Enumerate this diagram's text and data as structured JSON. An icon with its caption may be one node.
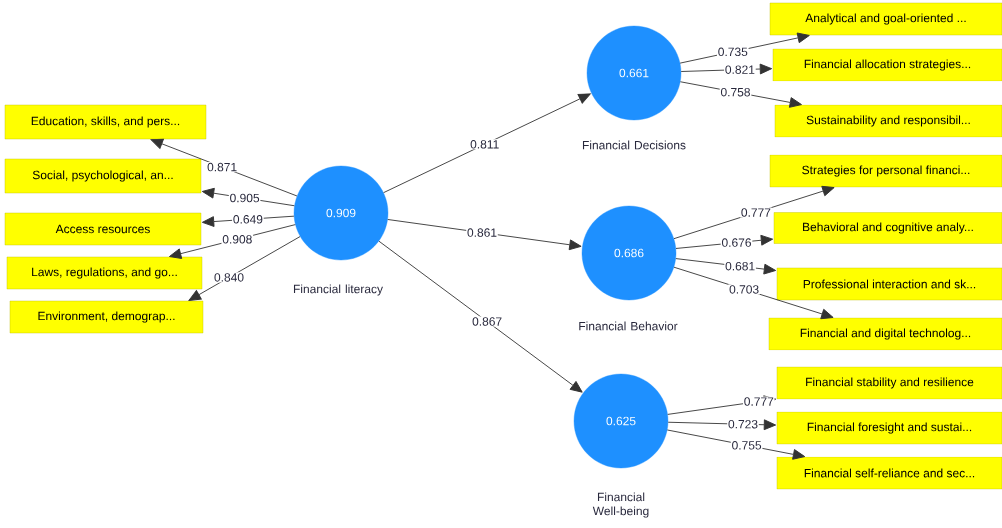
{
  "diagram": {
    "nodes": [
      {
        "text": [
          "0.909"
        ],
        "beside": [
          "Financial literacy"
        ]
      },
      {
        "text": [
          "Education, skills, and pers..."
        ]
      },
      {
        "text": [
          "Social, psychological, an..."
        ]
      },
      {
        "text": [
          "Access resources"
        ]
      },
      {
        "text": [
          "Laws, regulations, and go..."
        ]
      },
      {
        "text": [
          "Environment, demograp..."
        ]
      },
      {
        "text": [
          "0.661"
        ],
        "beside": [
          "Financial Decisions"
        ]
      },
      {
        "text": [
          "Analytical and goal-oriented ..."
        ]
      },
      {
        "text": [
          "Financial allocation strategies..."
        ]
      },
      {
        "text": [
          "Sustainability and responsibil..."
        ]
      },
      {
        "text": [
          "0.686"
        ],
        "beside": [
          "Financial Behavior"
        ]
      },
      {
        "text": [
          "Strategies for personal financi..."
        ]
      },
      {
        "text": [
          "Behavioral and cognitive analy..."
        ]
      },
      {
        "text": [
          "Professional interaction and sk..."
        ]
      },
      {
        "text": [
          "Financial and digital technolog..."
        ]
      },
      {
        "text": [
          "0.625"
        ],
        "beside": [
          "Financial Well-being"
        ]
      },
      {
        "text": [
          "Financial stability and resilience"
        ]
      },
      {
        "text": [
          "Financial foresight and sustai..."
        ]
      },
      {
        "text": [
          "Financial self-reliance and sec..."
        ]
      }
    ],
    "edges": [
      {
        "from": 0,
        "to": 1,
        "arrow": "to",
        "label": "0.871"
      },
      {
        "from": 0,
        "to": 2,
        "arrow": "to",
        "label": "0.905"
      },
      {
        "from": 0,
        "to": 3,
        "arrow": "to",
        "label": "0.649"
      },
      {
        "from": 0,
        "to": 4,
        "arrow": "to",
        "label": "0.908"
      },
      {
        "from": 0,
        "to": 5,
        "arrow": "to",
        "label": "0.840"
      },
      {
        "from": 0,
        "to": 6,
        "arrow": "to",
        "label": "0.811"
      },
      {
        "from": 0,
        "to": 10,
        "arrow": "to",
        "label": "0.861"
      },
      {
        "from": 0,
        "to": 15,
        "arrow": "to",
        "label": "0.867"
      },
      {
        "from": 6,
        "to": 7,
        "arrow": "to",
        "label": "0.735"
      },
      {
        "from": 6,
        "to": 8,
        "arrow": "to",
        "label": "0.821"
      },
      {
        "from": 6,
        "to": 9,
        "arrow": "to",
        "label": "0.758"
      },
      {
        "from": 10,
        "to": 11,
        "arrow": "to",
        "label": "0.777"
      },
      {
        "from": 10,
        "to": 12,
        "arrow": "to",
        "label": "0.676"
      },
      {
        "from": 10,
        "to": 13,
        "arrow": "to",
        "label": "0.681"
      },
      {
        "from": 10,
        "to": 14,
        "arrow": "to",
        "label": "0.703"
      },
      {
        "from": 15,
        "to": 16,
        "arrow": "to",
        "label": "0.777"
      },
      {
        "from": 15,
        "to": 17,
        "arrow": "to",
        "label": "0.723"
      },
      {
        "from": 15,
        "to": 18,
        "arrow": "to",
        "label": "0.755"
      }
    ]
  }
}
